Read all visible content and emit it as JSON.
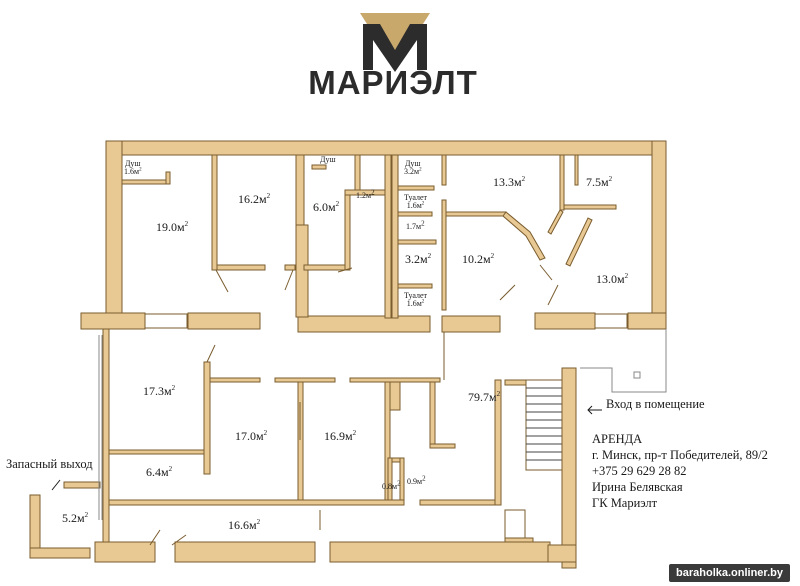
{
  "brand": {
    "name": "МАРИЭЛТ"
  },
  "colors": {
    "wall": "#E8C994",
    "wall_stroke": "#7A5C2E",
    "logo_gold": "#C9A86C",
    "logo_dark": "#2C2C2C"
  },
  "rooms": {
    "r19": "19.0м",
    "r162": "16.2м",
    "r60": "6.0м",
    "r12": "1.2м",
    "r133": "13.3м",
    "r75": "7.5м",
    "r32": "3.2м",
    "r102": "10.2м",
    "r130": "13.0м",
    "r173": "17.3м",
    "r170": "17.0м",
    "r169": "16.9м",
    "r797": "79.7м",
    "r64": "6.4м",
    "r52": "5.2м",
    "r166": "16.6м",
    "r08": "0.8м",
    "r09": "0.9м",
    "r17": "1.7м",
    "dush1_name": "Душ",
    "dush1_area": "1.6м",
    "dush2_name": "Душ",
    "dush3_name": "Душ",
    "dush3_area": "3.2м",
    "tualet1_name": "Туалет",
    "tualet1_area": "1.6м",
    "tualet2_name": "Туалет",
    "tualet2_area": "1.6м",
    "sq": "2"
  },
  "labels": {
    "entrance": "Вход в помещение",
    "emergency_exit": "Запасный выход"
  },
  "info": {
    "line1": "АРЕНДА",
    "line2": "г. Минск, пр-т Победителей, 89/2",
    "line3": "+375 29 629 28 82",
    "line4": "Ирина Белявская",
    "line5": "ГК Мариэлт"
  },
  "watermark": "baraholka.onliner.by"
}
